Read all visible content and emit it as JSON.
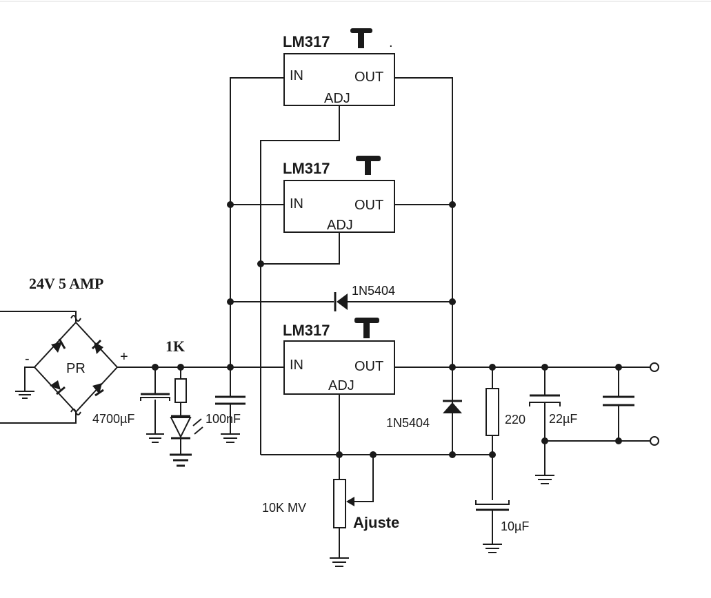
{
  "diagram": {
    "supply_label": "24V 5 AMP",
    "bridge_label": "PR",
    "bridge_minus": "-",
    "bridge_plus": "+",
    "r_led_label": "1K",
    "c_bulk_label": "4700µF",
    "c_in_label": "100nF",
    "regulators": [
      {
        "name": "LM317",
        "pin_in": "IN",
        "pin_out": "OUT",
        "pin_adj": "ADJ"
      },
      {
        "name": "LM317",
        "pin_in": "IN",
        "pin_out": "OUT",
        "pin_adj": "ADJ"
      },
      {
        "name": "LM317",
        "pin_in": "IN",
        "pin_out": "OUT",
        "pin_adj": "ADJ"
      }
    ],
    "top_dot": ".",
    "diode_top_label": "1N5404",
    "diode_side_label": "1N5404",
    "r_220_label": "220",
    "c_22_label": "22µF",
    "c_10_label": "10µF",
    "pot_label": "10K MV",
    "adjust_label": "Ajuste"
  },
  "colors": {
    "line": "#1a1a1a",
    "background": "#ffffff"
  },
  "icons": [
    "heatsink-icon",
    "ground-icon",
    "diode-icon",
    "led-icon",
    "capacitor-icon",
    "resistor-icon",
    "potentiometer-icon",
    "bridge-rectifier-icon",
    "terminal-icon"
  ]
}
